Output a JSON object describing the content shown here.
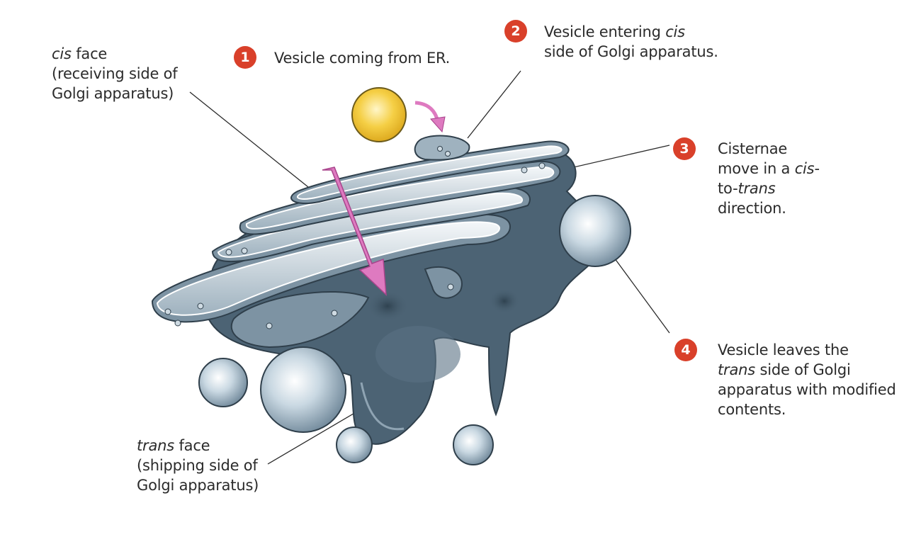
{
  "colors": {
    "badge": "#d9402a",
    "golgi_dark": "#4c6374",
    "golgi_mid": "#6f8799",
    "cisterna_light": "#d9e2e9",
    "vesicle_blue": "#b7c9d5",
    "er_vesicle": "#f2c232",
    "arrow_pink": "#de7ac0"
  },
  "labels": {
    "cis_face": {
      "line1_em": "cis",
      "line1_rest": " face",
      "line2": "(receiving side of",
      "line3": "Golgi apparatus)"
    },
    "trans_face": {
      "line1_em": "trans",
      "line1_rest": " face",
      "line2": "(shipping side of",
      "line3": "Golgi apparatus)"
    }
  },
  "steps": [
    {
      "number": "1",
      "text": "Vesicle coming from ER."
    },
    {
      "number": "2",
      "line1_pre": "Vesicle entering ",
      "line1_em": "cis",
      "line2": "side of Golgi apparatus."
    },
    {
      "number": "3",
      "line1": "Cisternae",
      "line2_pre": "move in a ",
      "line2_em": "cis",
      "line2_post": "-",
      "line3_pre": "to-",
      "line3_em": "trans",
      "line4": "direction."
    },
    {
      "number": "4",
      "line1": "Vesicle leaves the",
      "line2_em": "trans",
      "line2_rest": " side of Golgi",
      "line3": "apparatus with modified",
      "line4": "contents."
    }
  ],
  "icons": {
    "vesicle": "circle",
    "movement_arrow": "arrow-down"
  }
}
